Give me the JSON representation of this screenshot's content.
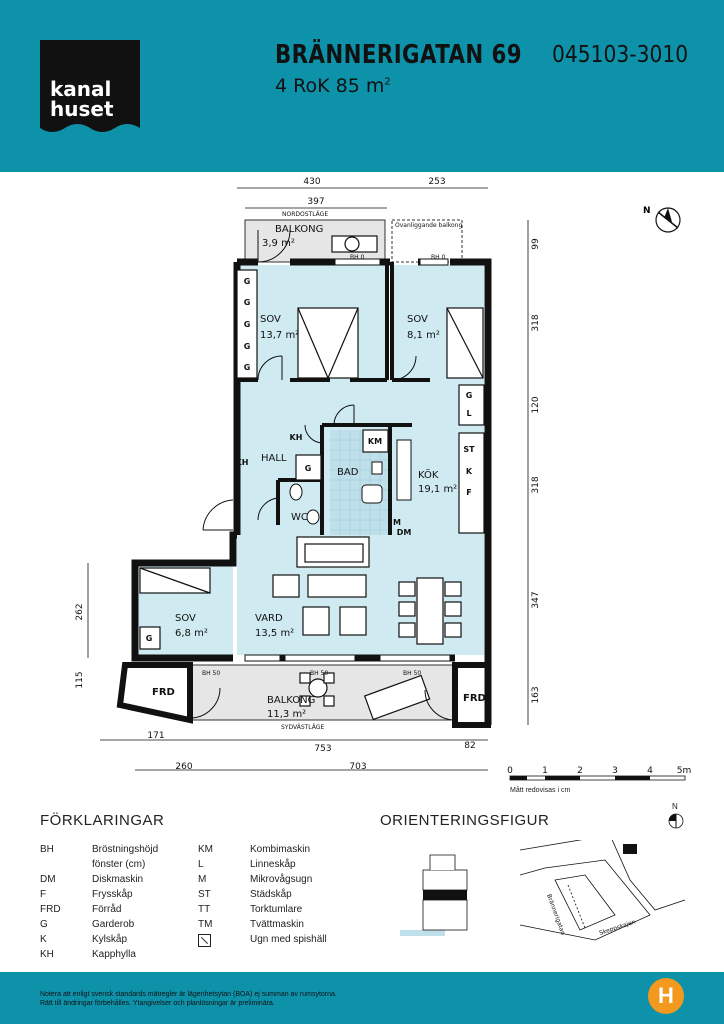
{
  "brand": {
    "logo_line1": "kanal",
    "logo_line2": "huset"
  },
  "header": {
    "address": "BRÄNNERIGATAN 69",
    "rooms": "4 RoK 85 m",
    "rooms_sup": "2",
    "property_id": "045103-3010"
  },
  "rooms": {
    "balkong_top": {
      "name": "BALKONG",
      "area": "3,9 m²"
    },
    "sov1": {
      "name": "SOV",
      "area": "13,7 m²"
    },
    "sov2": {
      "name": "SOV",
      "area": "8,1 m²"
    },
    "hall": {
      "name": "HALL"
    },
    "bad": {
      "name": "BAD"
    },
    "wc": {
      "name": "WC"
    },
    "kok": {
      "name": "KÖK",
      "area": "19,1 m²"
    },
    "sov3": {
      "name": "SOV",
      "area": "6,8 m²"
    },
    "vard": {
      "name": "VARD",
      "area": "13,5 m²"
    },
    "balkong_bottom": {
      "name": "BALKONG",
      "area": "11,3 m²"
    },
    "frd_left": {
      "name": "FRD"
    },
    "frd_right": {
      "name": "FRD"
    }
  },
  "plan_labels": {
    "nordostlage": "NORDOSTLÄGE",
    "sydvastlage": "SYDVÄSTLÄGE",
    "ovanliggande": "Ovanliggande balkong",
    "bh0": "BH 0",
    "bh50": "BH 50",
    "g": "G",
    "l": "L",
    "st": "ST",
    "k": "K",
    "f": "F",
    "kh": "KH",
    "km": "KM",
    "m": "M",
    "dm": "DM",
    "north": "N"
  },
  "dimensions": {
    "top_430": "430",
    "top_253": "253",
    "top_397": "397",
    "right_99": "99",
    "right_318a": "318",
    "right_120": "120",
    "right_318b": "318",
    "right_347": "347",
    "right_163": "163",
    "left_262": "262",
    "left_115": "115",
    "bottom_171": "171",
    "bottom_753": "753",
    "bottom_82": "82",
    "bottom_260": "260",
    "bottom_703": "703"
  },
  "scale": {
    "ticks": [
      "0",
      "1",
      "2",
      "3",
      "4",
      "5m"
    ],
    "label": "Mått redovisas i cm"
  },
  "legend": {
    "title": "FÖRKLARINGAR",
    "left": [
      {
        "code": "BH",
        "text": "Bröstningshöjd"
      },
      {
        "code": "",
        "text": "fönster (cm)"
      },
      {
        "code": "DM",
        "text": "Diskmaskin"
      },
      {
        "code": "F",
        "text": "Frysskåp"
      },
      {
        "code": "FRD",
        "text": "Förråd"
      },
      {
        "code": "G",
        "text": "Garderob"
      },
      {
        "code": "K",
        "text": "Kylskåp"
      },
      {
        "code": "KH",
        "text": "Kapphylla"
      }
    ],
    "right": [
      {
        "code": "KM",
        "text": "Kombimaskin"
      },
      {
        "code": "L",
        "text": "Linneskåp"
      },
      {
        "code": "M",
        "text": "Mikrovågsugn"
      },
      {
        "code": "ST",
        "text": "Städskåp"
      },
      {
        "code": "TT",
        "text": "Torktumlare"
      },
      {
        "code": "TM",
        "text": "Tvättmaskin"
      },
      {
        "code": "",
        "text": "Ugn med spishäll"
      }
    ]
  },
  "orientation": {
    "title": "ORIENTERINGSFIGUR",
    "street1": "Brännerigatan",
    "street2": "Skeppskajen",
    "north": "N"
  },
  "footer": {
    "line1": "Notera att enligt svensk standards mätregler är lägenhetsytan (BOA) ej summan av rumsytorna.",
    "line2": "Rätt till ändringar förbehålles. Ytangivelser och planlösningar är preliminära.",
    "badge": "H"
  },
  "colors": {
    "brand": "#0e92aa",
    "room": "#cfeaf1",
    "accent": "#f39a1e"
  }
}
